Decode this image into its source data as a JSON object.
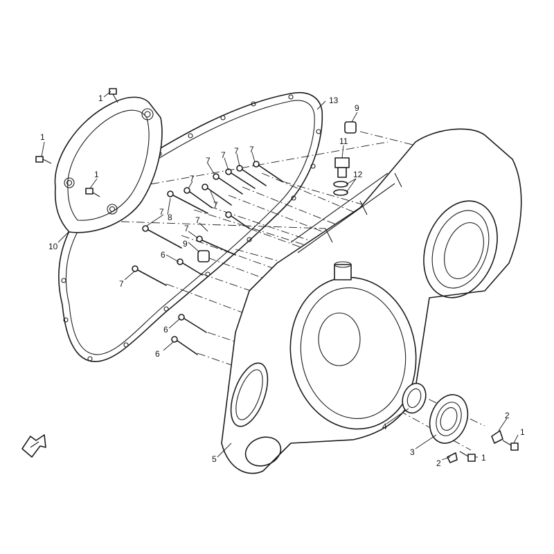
{
  "callouts": [
    {
      "id": "c1a",
      "text": "1"
    },
    {
      "id": "c1b",
      "text": "1"
    },
    {
      "id": "c1c",
      "text": "1"
    },
    {
      "id": "c1d",
      "text": "1"
    },
    {
      "id": "c1e",
      "text": "1"
    },
    {
      "id": "c2a",
      "text": "2"
    },
    {
      "id": "c2b",
      "text": "2"
    },
    {
      "id": "c3",
      "text": "3"
    },
    {
      "id": "c4",
      "text": "4"
    },
    {
      "id": "c5",
      "text": "5"
    },
    {
      "id": "c6a",
      "text": "6"
    },
    {
      "id": "c6b",
      "text": "6"
    },
    {
      "id": "c6c",
      "text": "6"
    },
    {
      "id": "c7a",
      "text": "7"
    },
    {
      "id": "c7b",
      "text": "7"
    },
    {
      "id": "c7c",
      "text": "7"
    },
    {
      "id": "c7d",
      "text": "7"
    },
    {
      "id": "c7e",
      "text": "7"
    },
    {
      "id": "c7f",
      "text": "7"
    },
    {
      "id": "c7g",
      "text": "7"
    },
    {
      "id": "c7h",
      "text": "7"
    },
    {
      "id": "c7i",
      "text": "7"
    },
    {
      "id": "c7j",
      "text": "7"
    },
    {
      "id": "c8",
      "text": "8"
    },
    {
      "id": "c9a",
      "text": "9"
    },
    {
      "id": "c9b",
      "text": "9"
    },
    {
      "id": "c10",
      "text": "10"
    },
    {
      "id": "c11",
      "text": "11"
    },
    {
      "id": "c12",
      "text": "12"
    },
    {
      "id": "c13",
      "text": "13"
    }
  ]
}
